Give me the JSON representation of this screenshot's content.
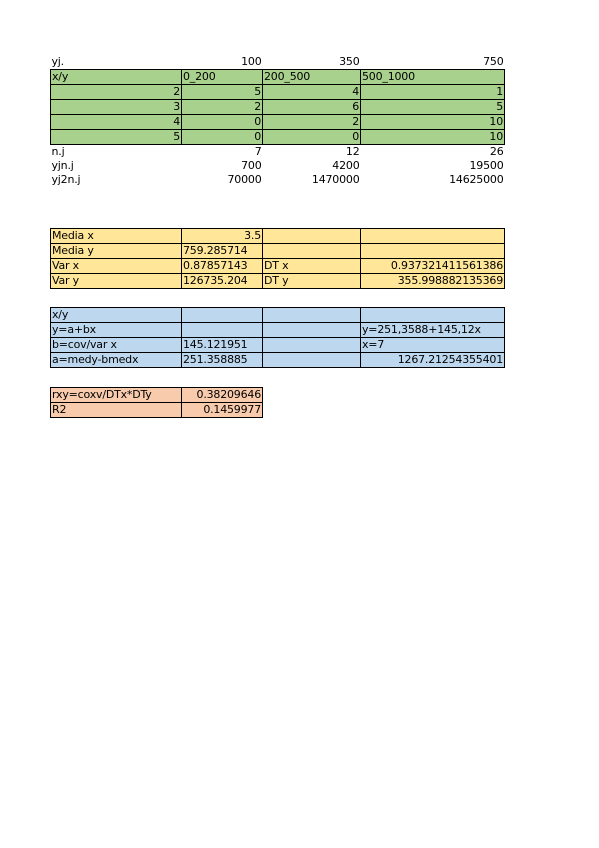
{
  "freq_table": {
    "header_top": {
      "label": "yj.",
      "v1": "100",
      "v2": "350",
      "v3": "750"
    },
    "header": {
      "label": "x/y",
      "c1": "0_200",
      "c2": "200_500",
      "c3": "500_1000"
    },
    "rows": [
      {
        "x": "2",
        "a": "5",
        "b": "4",
        "c": "1"
      },
      {
        "x": "3",
        "a": "2",
        "b": "6",
        "c": "5"
      },
      {
        "x": "4",
        "a": "0",
        "b": "2",
        "c": "10"
      },
      {
        "x": "5",
        "a": "0",
        "b": "0",
        "c": "10"
      }
    ],
    "nj": {
      "label": "n.j",
      "a": "7",
      "b": "12",
      "c": "26"
    },
    "yjnj": {
      "label": "yjn.j",
      "a": "700",
      "b": "4200",
      "c": "19500"
    },
    "yj2nj": {
      "label": "yj2n.j",
      "a": "70000",
      "b": "1470000",
      "c": "14625000"
    }
  },
  "stats": {
    "media_x": {
      "label": "Media x",
      "value": "3.5"
    },
    "media_y": {
      "label": "Media y",
      "value": "759.285714"
    },
    "var_x": {
      "label": "Var x",
      "value": "0.87857143",
      "dt_label": "DT x",
      "dt_value": "0.937321411561386"
    },
    "var_y": {
      "label": "Var y",
      "value": "126735.204",
      "dt_label": "DT y",
      "dt_value": "355.998882135369"
    }
  },
  "regression": {
    "header": "x/y",
    "model": {
      "label": "y=a+bx",
      "equation": "y=251,3588+145,12x"
    },
    "b": {
      "label": "b=cov/var x",
      "value": "145.121951",
      "x_label": "x=7"
    },
    "a": {
      "label": "a=medy-bmedx",
      "value": "251.358885",
      "prediction": "1267.21254355401"
    }
  },
  "correlation": {
    "rxy": {
      "label": "rxy=coxv/DTx*DTy",
      "value": "0.38209646"
    },
    "r2": {
      "label": "R2",
      "value": "0.1459977"
    }
  }
}
